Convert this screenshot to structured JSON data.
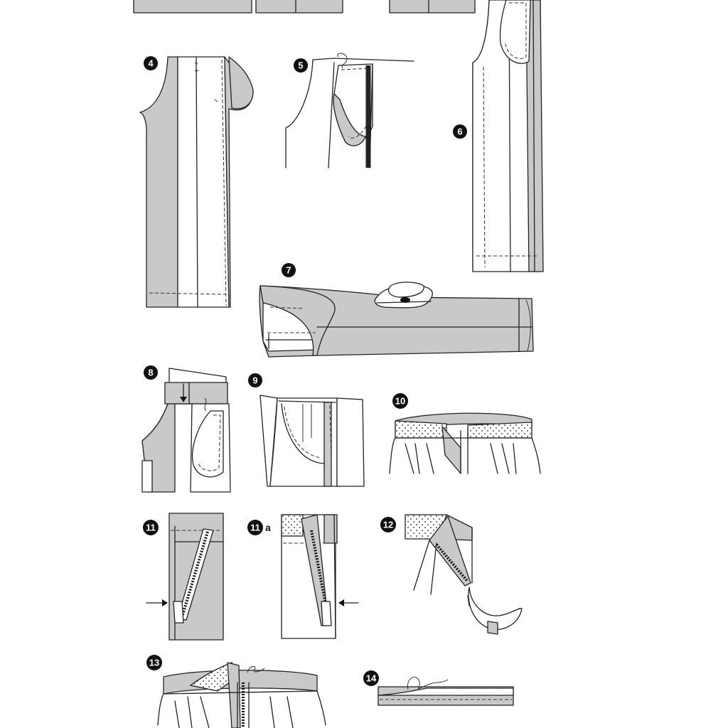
{
  "steps": [
    {
      "id": "step-4",
      "number": "4",
      "suffix": ""
    },
    {
      "id": "step-5",
      "number": "5",
      "suffix": ""
    },
    {
      "id": "step-6",
      "number": "6",
      "suffix": ""
    },
    {
      "id": "step-7",
      "number": "7",
      "suffix": ""
    },
    {
      "id": "step-8",
      "number": "8",
      "suffix": ""
    },
    {
      "id": "step-9",
      "number": "9",
      "suffix": ""
    },
    {
      "id": "step-10",
      "number": "10",
      "suffix": ""
    },
    {
      "id": "step-11",
      "number": "11",
      "suffix": ""
    },
    {
      "id": "step-11a",
      "number": "11",
      "suffix": "a"
    },
    {
      "id": "step-12",
      "number": "12",
      "suffix": ""
    },
    {
      "id": "step-13",
      "number": "13",
      "suffix": ""
    },
    {
      "id": "step-14",
      "number": "14",
      "suffix": ""
    }
  ],
  "colors": {
    "fabric_right_side": "#c9c9c9",
    "fabric_wrong_side": "#ffffff",
    "outline": "#222222",
    "badge": "#111111"
  }
}
